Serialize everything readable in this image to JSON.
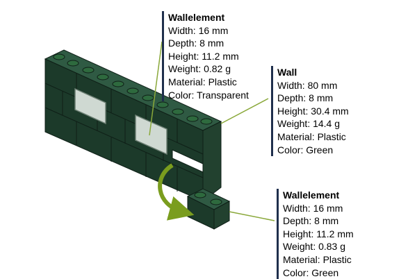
{
  "colors": {
    "brick_dark": "#1a3326",
    "brick_top": "#2f5a43",
    "brick_side": "#22412f",
    "brick_highlight": "#2e6a3e",
    "window_glass": "#cfd9d2",
    "leader_line": "#8aa83a",
    "rule_bar": "#1f2f4c",
    "arrow": "#7a9d1e"
  },
  "info_top": {
    "title": "Wallelement",
    "width": "Width: 16 mm",
    "depth": "Depth: 8 mm",
    "height": "Height: 11.2 mm",
    "weight": "Weight: 0.82 g",
    "material": "Material: Plastic",
    "color": "Color: Transparent"
  },
  "info_wall": {
    "title": "Wall",
    "width": "Width: 80 mm",
    "depth": "Depth: 8 mm",
    "height": "Height: 30.4 mm",
    "weight": "Weight: 14.4 g",
    "material": "Material: Plastic",
    "color": "Color: Green"
  },
  "info_bottom": {
    "title": "Wallelement",
    "width": "Width: 16 mm",
    "depth": "Depth: 8 mm",
    "height": "Height: 11.2 mm",
    "weight": "Weight: 0.83 g",
    "material": "Material: Plastic",
    "color": "Color: Green"
  }
}
